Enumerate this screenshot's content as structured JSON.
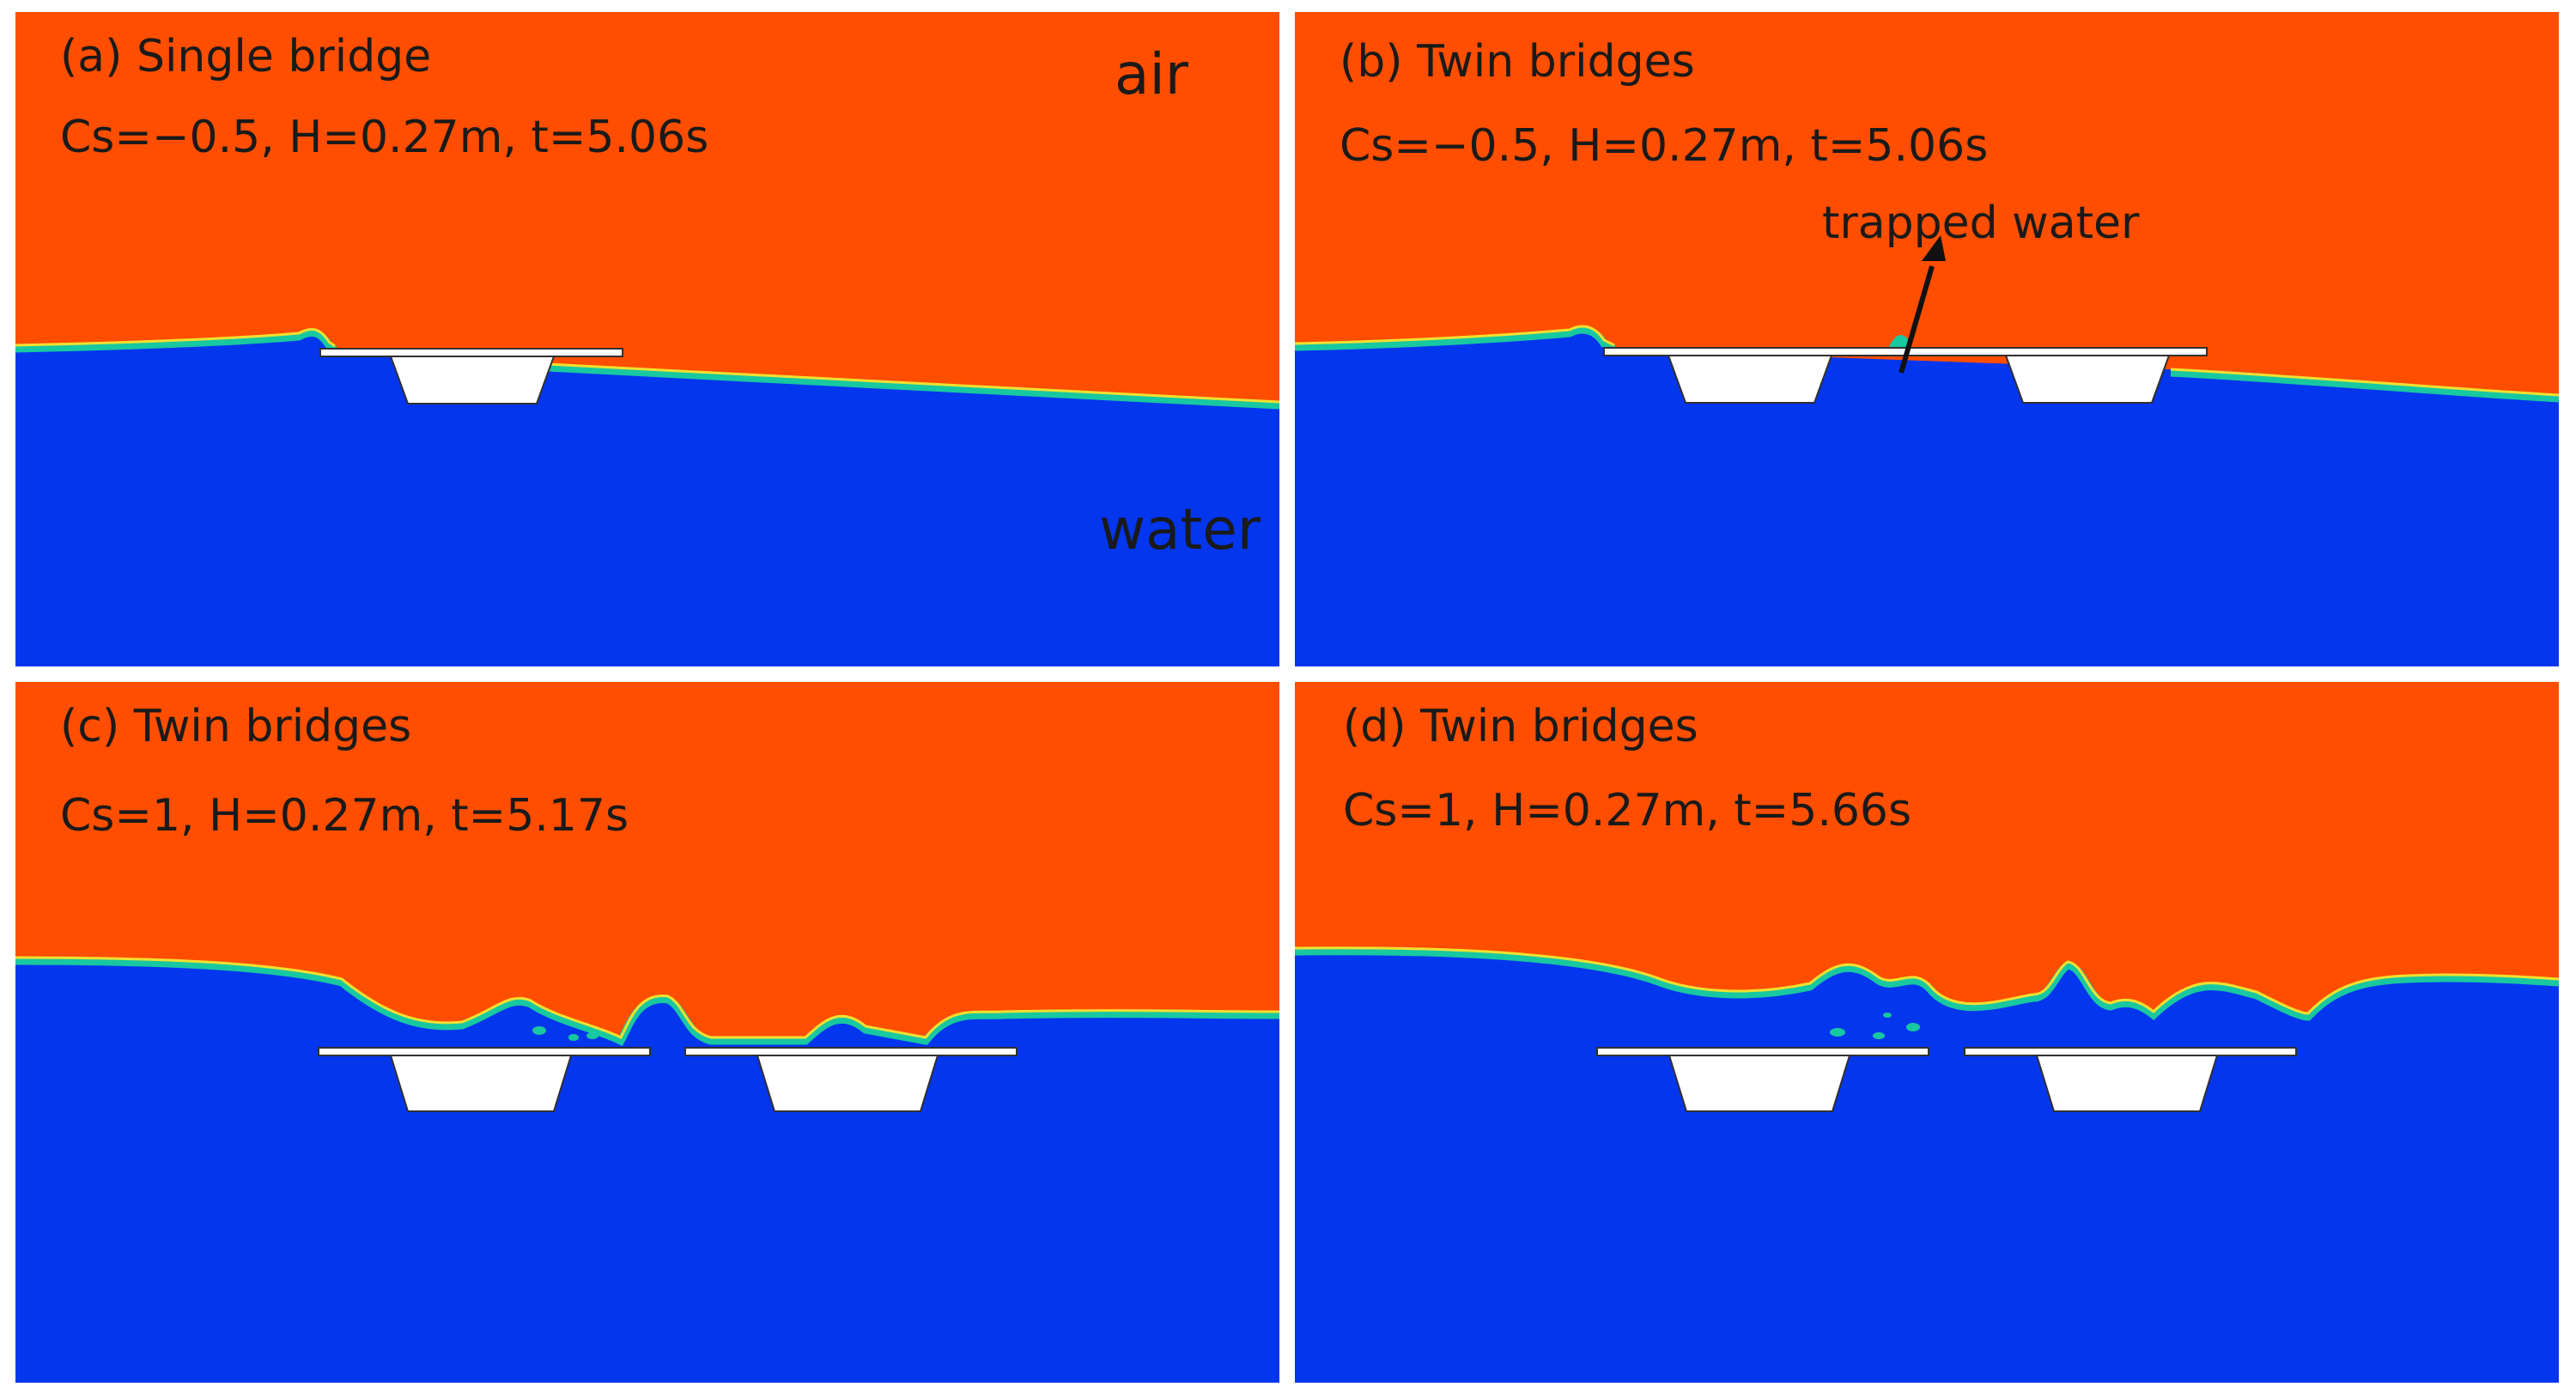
{
  "figure": {
    "panels": [
      {
        "id": "a",
        "title": "(a) Single bridge",
        "params": "Cs=−0.5, H=0.27m, t=5.06s",
        "air_label": "air",
        "water_label": "water"
      },
      {
        "id": "b",
        "title": "(b) Twin bridges",
        "params": "Cs=−0.5, H=0.27m, t=5.06s",
        "annotation": "trapped water"
      },
      {
        "id": "c",
        "title": "(c) Twin bridges",
        "params": "Cs=1, H=0.27m, t=5.17s"
      },
      {
        "id": "d",
        "title": "(d) Twin bridges",
        "params": "Cs=1, H=0.27m, t=5.66s"
      }
    ]
  },
  "colors": {
    "air": "#ff4e00",
    "water": "#0436ee",
    "interface_outer": "#18c8a0",
    "interface_inner": "#f0e030",
    "bridge": "#ffffff"
  }
}
